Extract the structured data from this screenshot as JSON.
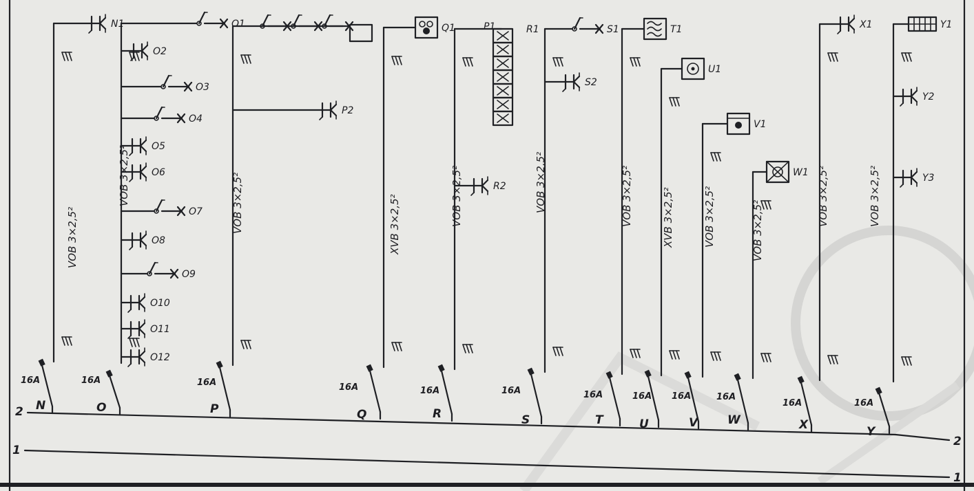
{
  "colors": {
    "paper": "#e9e9e6",
    "ink": "#1f2024",
    "watermark": "#c8c8c6"
  },
  "circuits": [
    {
      "id": "N",
      "cable": "VOB 3×2,5²",
      "rating": "16A",
      "loads": [
        {
          "sym": "socket",
          "label": "N1"
        }
      ]
    },
    {
      "id": "O",
      "cable": "VOB 3×2,5²",
      "rating": "16A",
      "loads": [
        {
          "sym": "switch",
          "label": "O1"
        },
        {
          "sym": "socket",
          "label": "O2"
        },
        {
          "sym": "switch",
          "label": "O3"
        },
        {
          "sym": "switch",
          "label": "O4"
        },
        {
          "sym": "socket",
          "label": "O5"
        },
        {
          "sym": "socket",
          "label": "O6"
        },
        {
          "sym": "switch",
          "label": "O7"
        },
        {
          "sym": "socket",
          "label": "O8"
        },
        {
          "sym": "switch",
          "label": "O9"
        },
        {
          "sym": "socket",
          "label": "O10"
        },
        {
          "sym": "socket",
          "label": "O11"
        },
        {
          "sym": "socket",
          "label": "O12"
        }
      ]
    },
    {
      "id": "P",
      "cable": "VOB 3×2,5²",
      "rating": "16A",
      "loads": [
        {
          "sym": "lights",
          "label": "P1"
        },
        {
          "sym": "socket",
          "label": "P2"
        }
      ]
    },
    {
      "id": "Q",
      "cable": "XVB 3×2,5²",
      "rating": "16A",
      "loads": [
        {
          "sym": "appliance",
          "label": "Q1"
        }
      ]
    },
    {
      "id": "R",
      "cable": "VOB 3×2,5²",
      "rating": "16A",
      "loads": [
        {
          "sym": "lights",
          "label": "R1"
        },
        {
          "sym": "socket",
          "label": "R2"
        }
      ]
    },
    {
      "id": "S",
      "cable": "VOB 3×2,5²",
      "rating": "16A",
      "loads": [
        {
          "sym": "switch",
          "label": "S1"
        },
        {
          "sym": "socket",
          "label": "S2"
        }
      ]
    },
    {
      "id": "T",
      "cable": "VOB 3×2,5²",
      "rating": "16A",
      "loads": [
        {
          "sym": "heater",
          "label": "T1"
        }
      ]
    },
    {
      "id": "U",
      "cable": "XVB 3×2,5²",
      "rating": "16A",
      "loads": [
        {
          "sym": "appliance",
          "label": "U1"
        }
      ]
    },
    {
      "id": "V",
      "cable": "VOB 3×2,5²",
      "rating": "16A",
      "loads": [
        {
          "sym": "appliance",
          "label": "V1"
        }
      ]
    },
    {
      "id": "W",
      "cable": "VOB 3×2,5²",
      "rating": "16A",
      "loads": [
        {
          "sym": "appliance",
          "label": "W1"
        }
      ]
    },
    {
      "id": "X",
      "cable": "VOB 3×2,5²",
      "rating": "16A",
      "loads": [
        {
          "sym": "socket",
          "label": "X1"
        }
      ]
    },
    {
      "id": "Y",
      "cable": "VOB 3×2,5²",
      "rating": "16A",
      "loads": [
        {
          "sym": "grid",
          "label": "Y1"
        },
        {
          "sym": "socket",
          "label": "Y2"
        },
        {
          "sym": "socket",
          "label": "Y3"
        }
      ]
    }
  ],
  "busbars": [
    {
      "label": "2"
    },
    {
      "label": "1"
    }
  ]
}
